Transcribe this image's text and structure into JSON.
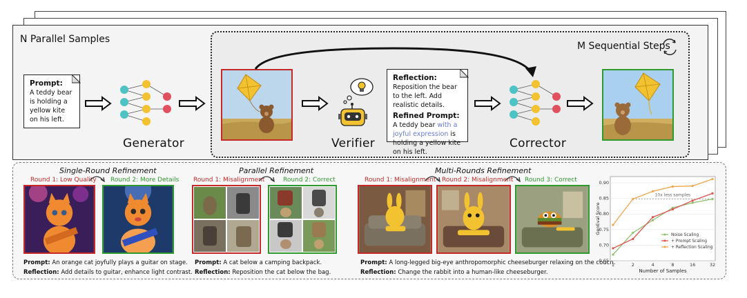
{
  "top": {
    "title": "N Parallel Samples",
    "sequential_title": "M Sequential Steps",
    "prompt_label": "Prompt:",
    "prompt_text": "A teddy bear is holding a yellow kite on his left.",
    "generator_label": "Generator",
    "verifier_label": "Verifier",
    "corrector_label": "Corrector",
    "reflection_label": "Reflection:",
    "reflection_text": "Reposition the bear to the left. Add realistic details.",
    "refined_label": "Refined Prompt:",
    "refined_text_a": "A teddy bear ",
    "refined_text_hl": "with a joyful expression",
    "refined_text_b": " is holding a yellow kite on his left."
  },
  "bottom": {
    "single": {
      "title": "Single-Round Refinement",
      "round1": "Round 1: Low Quality",
      "round2": "Round 2: More Details",
      "prompt_label": "Prompt:",
      "prompt_text": "An orange cat joyfully plays a guitar on stage.",
      "reflection_label": "Reflection:",
      "reflection_text": "Add details to guitar, enhance light contrast."
    },
    "parallel": {
      "title": "Parallel Refinement",
      "round1": "Round 1: Misalignment",
      "round2": "Round 2: Correct",
      "prompt_label": "Prompt:",
      "prompt_text": "A cat below a camping backpack.",
      "reflection_label": "Reflection:",
      "reflection_text": "Reposition the cat below the bag."
    },
    "multi": {
      "title": "Multi-Rounds Refinement",
      "round1": "Round 1: Misalignment",
      "round2": "Round 2: Misalignment",
      "round3": "Round 3: Correct",
      "prompt_label": "Prompt:",
      "prompt_text": "A long-legged big-eye anthropomorphic cheeseburger relaxing on the couch.",
      "reflection_label": "Reflection:",
      "reflection_text": "Change the rabbit into a human-like cheeseburger."
    }
  },
  "chart_data": {
    "type": "line",
    "x": [
      1,
      2,
      4,
      8,
      16,
      32
    ],
    "x_tick_labels": [
      "1",
      "2",
      "4",
      "8",
      "16",
      "32"
    ],
    "xlabel": "Number of Samples",
    "ylabel": "GenEval Score",
    "ylim": [
      0.65,
      0.92
    ],
    "y_ticks": [
      "0.65",
      "0.70",
      "0.75",
      "0.80",
      "0.85",
      "0.90"
    ],
    "annotation": "10x less samples",
    "legend_position": "lower-right",
    "series": [
      {
        "name": "Noise Scaling",
        "color": "#8fbf6f",
        "values": [
          0.67,
          0.74,
          0.78,
          0.82,
          0.836,
          0.848
        ]
      },
      {
        "name": "+ Prompt Scaling",
        "color": "#e0504a",
        "values": [
          0.69,
          0.72,
          0.79,
          0.815,
          0.843,
          0.866
        ]
      },
      {
        "name": "+ Reflection Scaling",
        "color": "#f0a548",
        "values": [
          0.765,
          0.848,
          0.873,
          0.888,
          0.89,
          0.912
        ]
      }
    ]
  }
}
